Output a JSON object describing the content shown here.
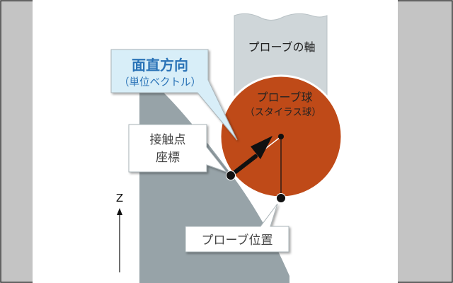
{
  "labels": {
    "normal_direction_title": "面直方向",
    "normal_direction_sub": "（単位ベクトル）",
    "contact_point_line1": "接触点",
    "contact_point_line2": "座標",
    "probe_ball_title": "プローブ球",
    "probe_ball_sub": "（スタイラス球）",
    "probe_shaft": "プローブの軸",
    "probe_position": "プローブ位置",
    "z_axis": "Z"
  },
  "colors": {
    "frame_fill": "#c4c4c4",
    "frame_border": "#333333",
    "workpiece": "#97a3a8",
    "shaft": "#cfd6d9",
    "ball_fill": "#bf4a18",
    "ball_stroke": "#ffffff",
    "highlight_box": "#d8eef8",
    "highlight_text": "#2a73b7",
    "callout_box": "#ffffff",
    "arrow": "#111111"
  }
}
